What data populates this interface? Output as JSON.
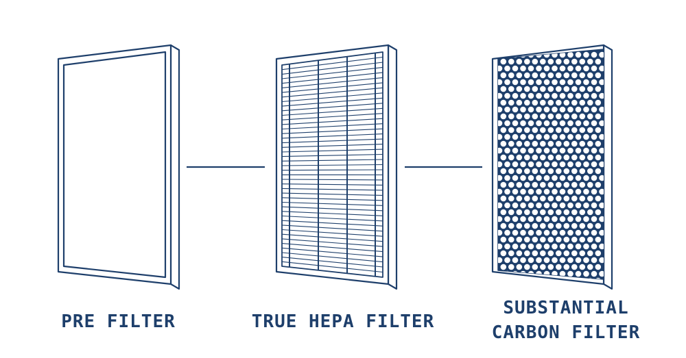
{
  "colors": {
    "ink": "#1e3f6b",
    "background": "#ffffff"
  },
  "filters": [
    {
      "label_lines": [
        "PRE FILTER"
      ],
      "pattern": "plain"
    },
    {
      "label_lines": [
        "TRUE HEPA FILTER"
      ],
      "pattern": "pleated"
    },
    {
      "label_lines": [
        "SUBSTANTIAL",
        "CARBON FILTER"
      ],
      "pattern": "honeycomb"
    }
  ]
}
